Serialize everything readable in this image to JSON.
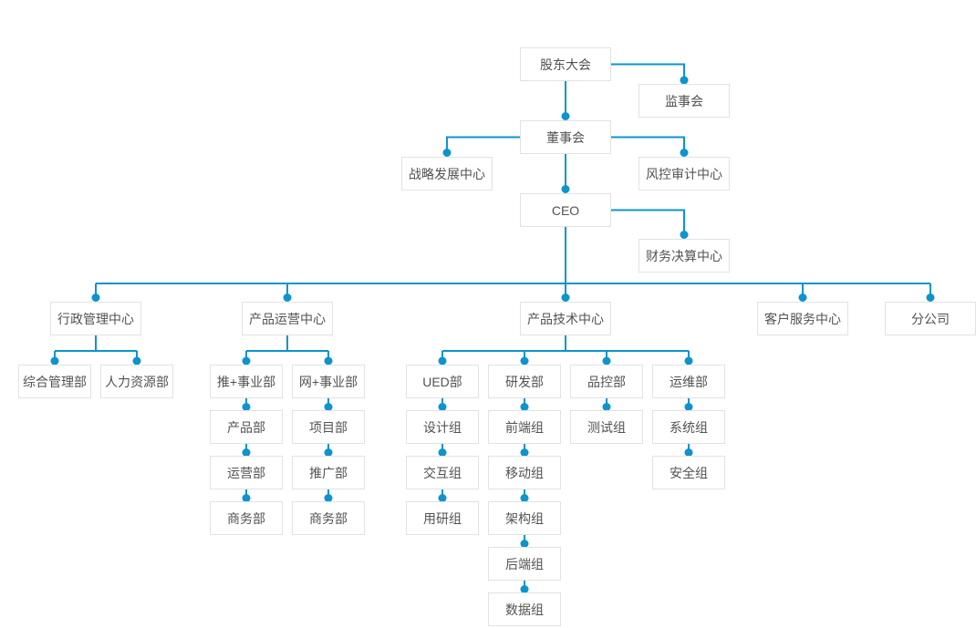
{
  "colors": {
    "connector": "#0c94ce",
    "node_border": "#e2e2e2",
    "node_background": "#ffffff",
    "node_text": "#525252",
    "page_background": "#ffffff"
  },
  "org": {
    "nodes": {
      "shareholders": {
        "label": "股东大会"
      },
      "supervisory_board": {
        "label": "监事会"
      },
      "board_of_directors": {
        "label": "董事会"
      },
      "strategy_center": {
        "label": "战略发展中心"
      },
      "risk_audit_center": {
        "label": "风控审计中心"
      },
      "ceo": {
        "label": "CEO"
      },
      "finance_center": {
        "label": "财务决算中心"
      },
      "admin_center": {
        "label": "行政管理中心"
      },
      "product_ops_center": {
        "label": "产品运营中心"
      },
      "product_tech_center": {
        "label": "产品技术中心"
      },
      "customer_service_center": {
        "label": "客户服务中心"
      },
      "branch_company": {
        "label": "分公司"
      },
      "general_admin_dept": {
        "label": "综合管理部"
      },
      "hr_dept": {
        "label": "人力资源部"
      },
      "tui_division": {
        "label": "推+事业部"
      },
      "wang_division": {
        "label": "网+事业部"
      },
      "product_dept": {
        "label": "产品部"
      },
      "project_dept": {
        "label": "项目部"
      },
      "operations_dept": {
        "label": "运营部"
      },
      "promotion_dept": {
        "label": "推广部"
      },
      "business_dept_1": {
        "label": "商务部"
      },
      "business_dept_2": {
        "label": "商务部"
      },
      "ued_dept": {
        "label": "UED部"
      },
      "rnd_dept": {
        "label": "研发部"
      },
      "quality_control_dept": {
        "label": "品控部"
      },
      "maintenance_dept": {
        "label": "运维部"
      },
      "design_group": {
        "label": "设计组"
      },
      "frontend_group": {
        "label": "前端组"
      },
      "testing_group": {
        "label": "测试组"
      },
      "system_group": {
        "label": "系统组"
      },
      "interaction_group": {
        "label": "交互组"
      },
      "mobile_group": {
        "label": "移动组"
      },
      "security_group": {
        "label": "安全组"
      },
      "user_research_group": {
        "label": "用研组"
      },
      "architecture_group": {
        "label": "架构组"
      },
      "backend_group": {
        "label": "后端组"
      },
      "data_group": {
        "label": "数据组"
      }
    },
    "edges": [
      [
        "shareholders",
        "supervisory_board"
      ],
      [
        "shareholders",
        "board_of_directors"
      ],
      [
        "board_of_directors",
        "strategy_center"
      ],
      [
        "board_of_directors",
        "risk_audit_center"
      ],
      [
        "board_of_directors",
        "ceo"
      ],
      [
        "ceo",
        "finance_center"
      ],
      [
        "ceo",
        "admin_center"
      ],
      [
        "ceo",
        "product_ops_center"
      ],
      [
        "ceo",
        "product_tech_center"
      ],
      [
        "ceo",
        "customer_service_center"
      ],
      [
        "ceo",
        "branch_company"
      ],
      [
        "admin_center",
        "general_admin_dept"
      ],
      [
        "admin_center",
        "hr_dept"
      ],
      [
        "product_ops_center",
        "tui_division"
      ],
      [
        "product_ops_center",
        "wang_division"
      ],
      [
        "tui_division",
        "product_dept"
      ],
      [
        "product_dept",
        "operations_dept"
      ],
      [
        "operations_dept",
        "business_dept_1"
      ],
      [
        "wang_division",
        "project_dept"
      ],
      [
        "project_dept",
        "promotion_dept"
      ],
      [
        "promotion_dept",
        "business_dept_2"
      ],
      [
        "product_tech_center",
        "ued_dept"
      ],
      [
        "product_tech_center",
        "rnd_dept"
      ],
      [
        "product_tech_center",
        "quality_control_dept"
      ],
      [
        "product_tech_center",
        "maintenance_dept"
      ],
      [
        "ued_dept",
        "design_group"
      ],
      [
        "design_group",
        "interaction_group"
      ],
      [
        "interaction_group",
        "user_research_group"
      ],
      [
        "rnd_dept",
        "frontend_group"
      ],
      [
        "frontend_group",
        "mobile_group"
      ],
      [
        "mobile_group",
        "architecture_group"
      ],
      [
        "architecture_group",
        "backend_group"
      ],
      [
        "backend_group",
        "data_group"
      ],
      [
        "quality_control_dept",
        "testing_group"
      ],
      [
        "maintenance_dept",
        "system_group"
      ],
      [
        "system_group",
        "security_group"
      ]
    ]
  }
}
